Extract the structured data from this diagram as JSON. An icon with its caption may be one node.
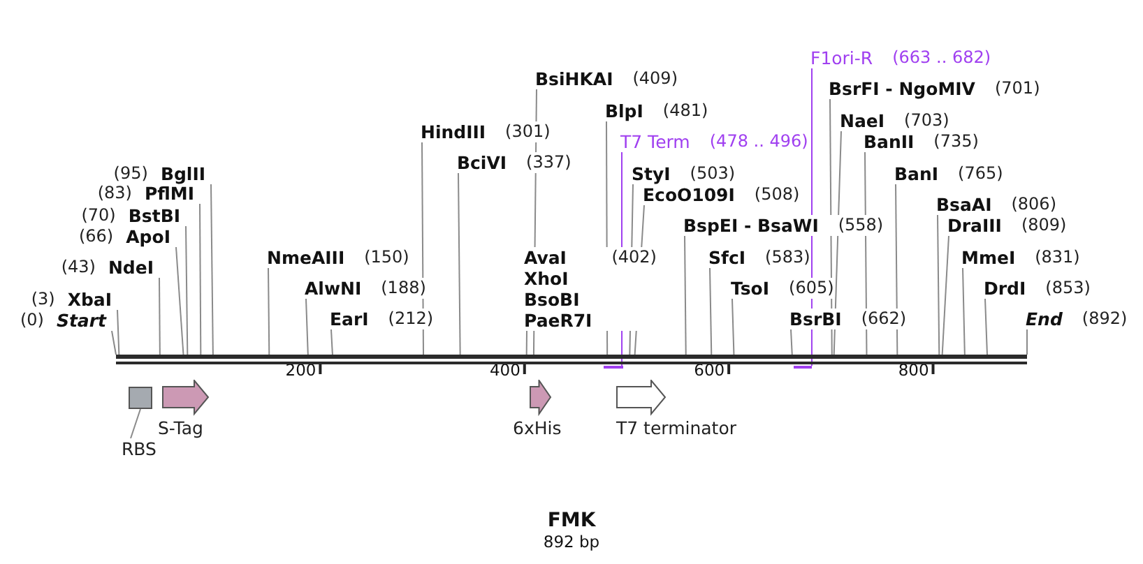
{
  "diagram": {
    "title": "FMK",
    "caption": "892 bp",
    "nodes": [
      {
        "text": [
          "(0)",
          "Start"
        ]
      },
      {
        "text": [
          "(3)",
          "XbaI"
        ]
      },
      {
        "text": [
          "(43)",
          "NdeI"
        ]
      },
      {
        "text": [
          "(66)",
          "ApoI"
        ]
      },
      {
        "text": [
          "(70)",
          "BstBI"
        ]
      },
      {
        "text": [
          "(83)",
          "PflMI"
        ]
      },
      {
        "text": [
          "(95)",
          "BglII"
        ]
      },
      {
        "text": [
          "NmeAIII",
          "(150)"
        ]
      },
      {
        "text": [
          "AlwNI",
          "(188)"
        ]
      },
      {
        "text": [
          "EarI",
          "(212)"
        ]
      },
      {
        "text": [
          "HindIII",
          "(301)"
        ]
      },
      {
        "text": [
          "BciVI",
          "(337)"
        ]
      },
      {
        "text": [
          "BsiHKAI",
          "(409)"
        ]
      },
      {
        "text": [
          "AvaI",
          "XhoI",
          "BsoBI",
          "PaeR7I",
          "(402)"
        ]
      },
      {
        "text": [
          "BlpI",
          "(481)"
        ]
      },
      {
        "text": [
          "T7 Term",
          "(478 .. 496)"
        ]
      },
      {
        "text": [
          "StyI",
          "(503)"
        ]
      },
      {
        "text": [
          "EcoO109I",
          "(508)"
        ]
      },
      {
        "text": [
          "BspEI - BsaWI",
          "(558)"
        ]
      },
      {
        "text": [
          "SfcI",
          "(583)"
        ]
      },
      {
        "text": [
          "TsoI",
          "(605)"
        ]
      },
      {
        "text": [
          "BsrBI",
          "(662)"
        ]
      },
      {
        "text": [
          "F1ori-R",
          "(663 .. 682)"
        ]
      },
      {
        "text": [
          "BsrFI - NgoMIV",
          "(701)"
        ]
      },
      {
        "text": [
          "NaeI",
          "(703)"
        ]
      },
      {
        "text": [
          "BanII",
          "(735)"
        ]
      },
      {
        "text": [
          "BanI",
          "(765)"
        ]
      },
      {
        "text": [
          "BsaAI",
          "(806)"
        ]
      },
      {
        "text": [
          "DraIII",
          "(809)"
        ]
      },
      {
        "text": [
          "MmeI",
          "(831)"
        ]
      },
      {
        "text": [
          "DrdI",
          "(853)"
        ]
      },
      {
        "text": [
          "End",
          "(892)"
        ]
      },
      {
        "text": [],
        "shape": "bar"
      },
      {
        "text": [],
        "shape": "bar"
      },
      {
        "text": [],
        "shape": "box"
      },
      {
        "text": [
          "RBS"
        ]
      },
      {
        "text": [
          "S-Tag"
        ]
      },
      {
        "text": [
          "6xHis"
        ]
      },
      {
        "text": [
          "T7 terminator"
        ]
      },
      {
        "text": [],
        "shape": "bar"
      }
    ],
    "edges": [
      {
        "from": 0,
        "to": 39,
        "arrow": "none"
      },
      {
        "from": 1,
        "to": 39,
        "arrow": "none"
      },
      {
        "from": 2,
        "to": 39,
        "arrow": "none"
      },
      {
        "from": 3,
        "to": 39,
        "arrow": "none"
      },
      {
        "from": 4,
        "to": 39,
        "arrow": "none"
      },
      {
        "from": 5,
        "to": 39,
        "arrow": "none"
      },
      {
        "from": 6,
        "to": 39,
        "arrow": "none"
      },
      {
        "from": 7,
        "to": 39,
        "arrow": "none"
      },
      {
        "from": 8,
        "to": 39,
        "arrow": "none"
      },
      {
        "from": 9,
        "to": 39,
        "arrow": "none"
      },
      {
        "from": 10,
        "to": 39,
        "arrow": "none"
      },
      {
        "from": 11,
        "to": 39,
        "arrow": "none"
      },
      {
        "from": 12,
        "to": 39,
        "arrow": "none"
      },
      {
        "from": 13,
        "to": 39,
        "arrow": "none"
      },
      {
        "from": 14,
        "to": 39,
        "arrow": "none"
      },
      {
        "from": 15,
        "to": 32,
        "arrow": "none",
        "color": "#a040f0"
      },
      {
        "from": 16,
        "to": 39,
        "arrow": "none"
      },
      {
        "from": 17,
        "to": 39,
        "arrow": "none"
      },
      {
        "from": 18,
        "to": 39,
        "arrow": "none"
      },
      {
        "from": 19,
        "to": 39,
        "arrow": "none"
      },
      {
        "from": 20,
        "to": 39,
        "arrow": "none"
      },
      {
        "from": 21,
        "to": 39,
        "arrow": "none"
      },
      {
        "from": 22,
        "to": 33,
        "arrow": "none",
        "color": "#a040f0"
      },
      {
        "from": 23,
        "to": 39,
        "arrow": "none"
      },
      {
        "from": 24,
        "to": 39,
        "arrow": "none"
      },
      {
        "from": 25,
        "to": 39,
        "arrow": "none"
      },
      {
        "from": 26,
        "to": 39,
        "arrow": "none"
      },
      {
        "from": 27,
        "to": 39,
        "arrow": "none"
      },
      {
        "from": 28,
        "to": 39,
        "arrow": "none"
      },
      {
        "from": 29,
        "to": 39,
        "arrow": "none"
      },
      {
        "from": 30,
        "to": 39,
        "arrow": "none"
      },
      {
        "from": 31,
        "to": 39,
        "arrow": "none"
      },
      {
        "from": 35,
        "to": 34,
        "arrow": "none"
      }
    ],
    "labels": [
      "200",
      "400",
      "600",
      "800"
    ]
  }
}
